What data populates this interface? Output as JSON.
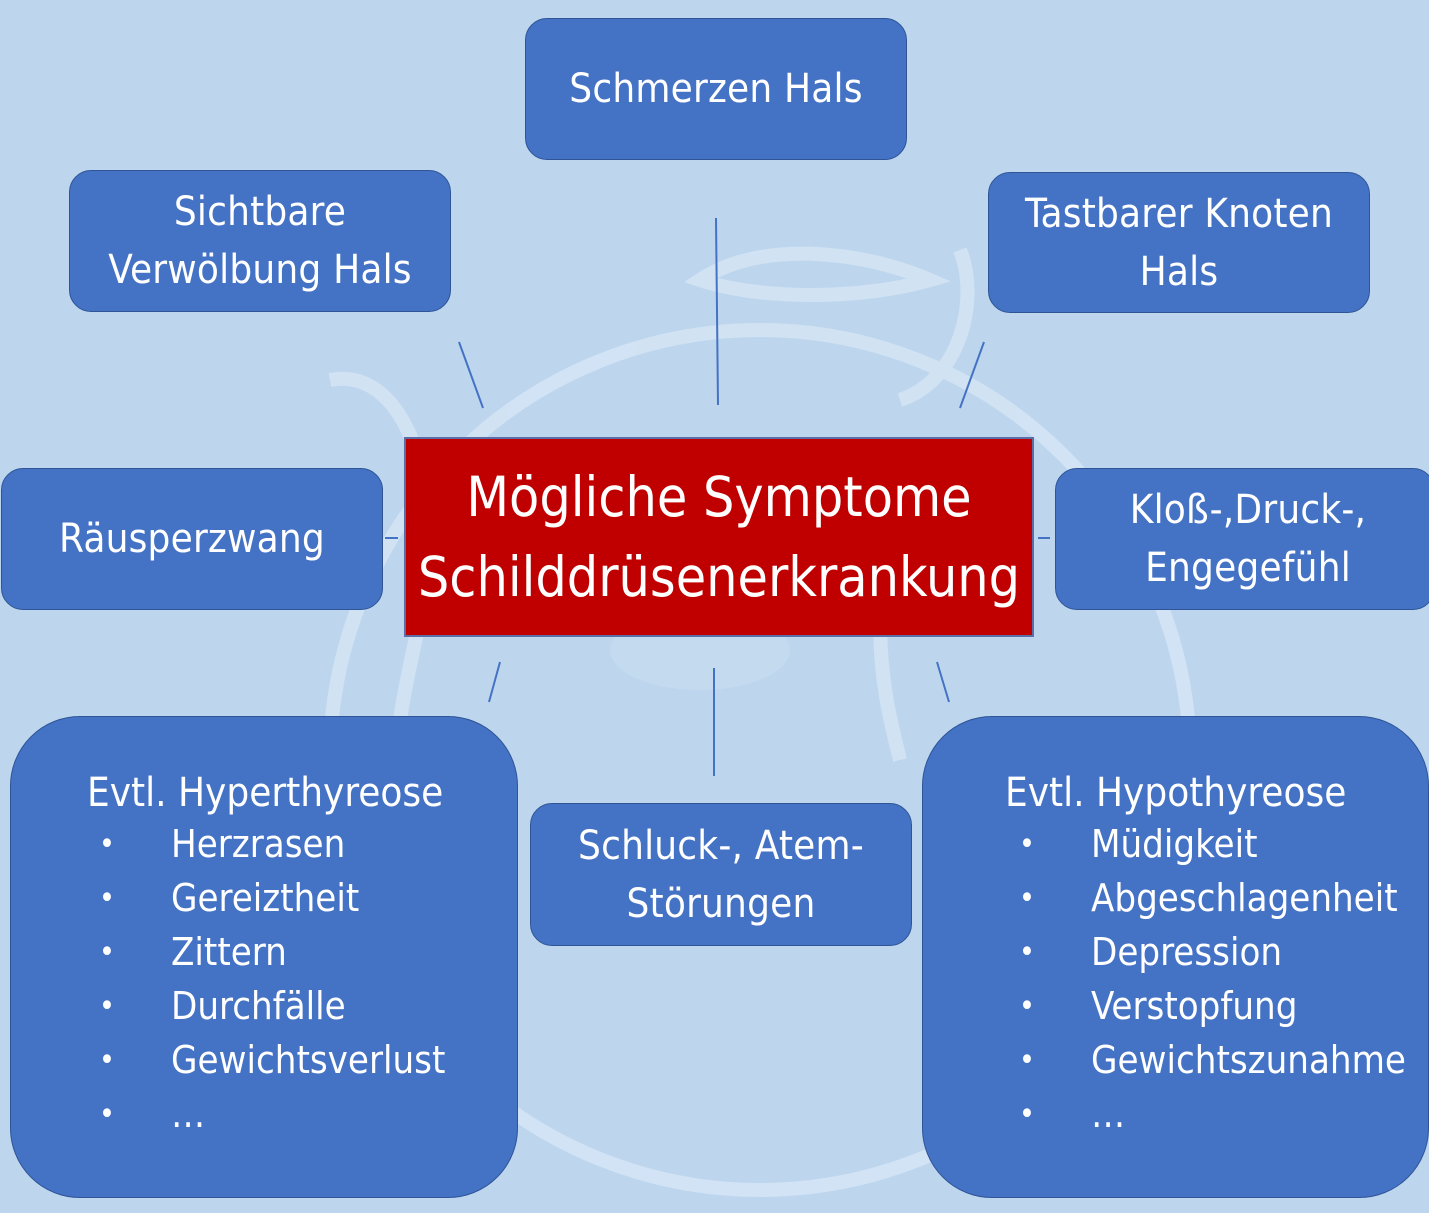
{
  "center": {
    "line1": "Mögliche Symptome",
    "line2": "Schilddrüsenerkrankung"
  },
  "nodes": {
    "schmerzen": "Schmerzen Hals",
    "sichtbare": "Sichtbare\nVerwölbung Hals",
    "tastbarer": "Tastbarer Knoten\nHals",
    "raeusper": "Räusperzwang",
    "kloss": "Kloß-,Druck-,\nEngegefühl",
    "schluck": "Schluck-, Atem-\nStörungen"
  },
  "hyperthyreose": {
    "title": "Evtl. Hyperthyreose",
    "items": [
      "Herzrasen",
      "Gereiztheit",
      "Zittern",
      "Durchfälle",
      "Gewichtsverlust",
      "…"
    ]
  },
  "hypothyreose": {
    "title": "Evtl. Hypothyreose",
    "items": [
      "Müdigkeit",
      "Abgeschlagenheit",
      "Depression",
      "Verstopfung",
      "Gewichtszunahme",
      "…"
    ]
  },
  "bullet": "•",
  "colors": {
    "background": "#bdd6ee",
    "node_fill": "#4472c4",
    "center_fill": "#c00000",
    "connector": "#4472c4"
  }
}
